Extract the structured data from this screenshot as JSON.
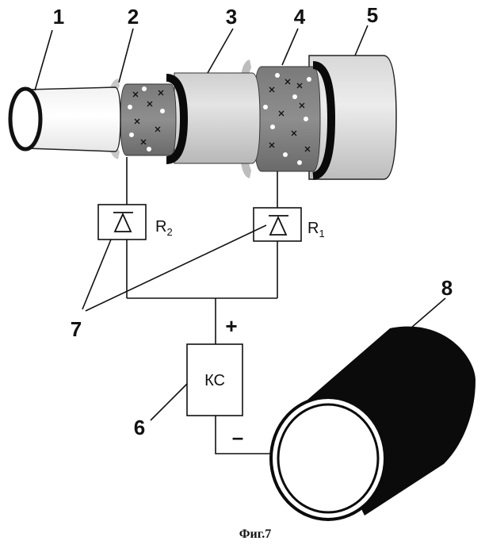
{
  "labels": {
    "l1": "1",
    "l2": "2",
    "l3": "3",
    "l4": "4",
    "l5": "5",
    "l6": "6",
    "l7": "7",
    "l8": "8"
  },
  "resistors": {
    "r2_letter": "R",
    "r2_sub": "2",
    "r1_letter": "R",
    "r1_sub": "1"
  },
  "device": {
    "name": "КС",
    "plus": "+",
    "minus": "–"
  },
  "caption": "Фиг.7"
}
